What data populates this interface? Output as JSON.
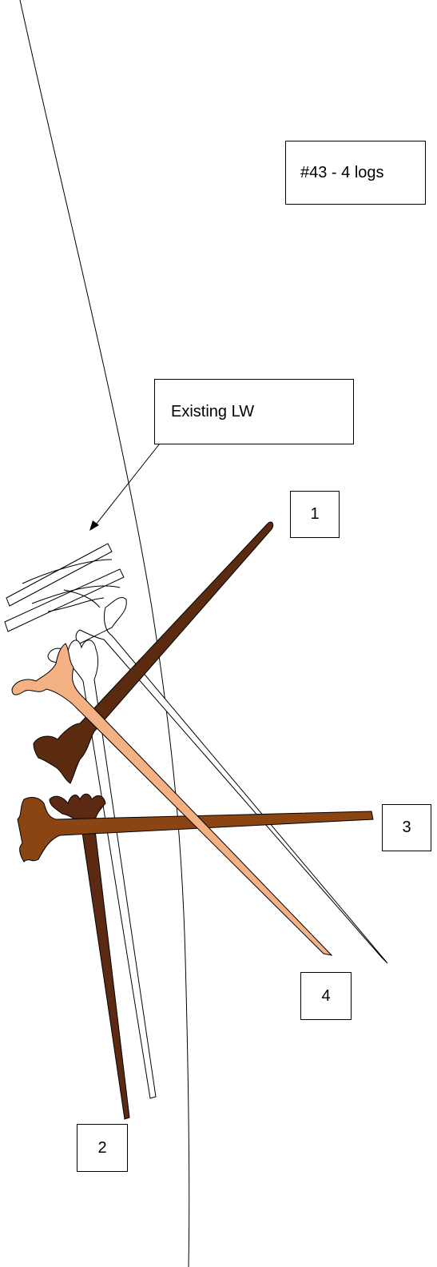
{
  "title_box": {
    "text": "#43 - 4 logs"
  },
  "existing_box": {
    "text": "Existing LW"
  },
  "log_labels": {
    "log1": "1",
    "log2": "2",
    "log3": "3",
    "log4": "4"
  },
  "colors": {
    "log1": "#5a2b0e",
    "log2": "#5c2a12",
    "log3": "#8b4513",
    "log4": "#f4b183",
    "outline": "#000000",
    "white_log": "#ffffff"
  }
}
